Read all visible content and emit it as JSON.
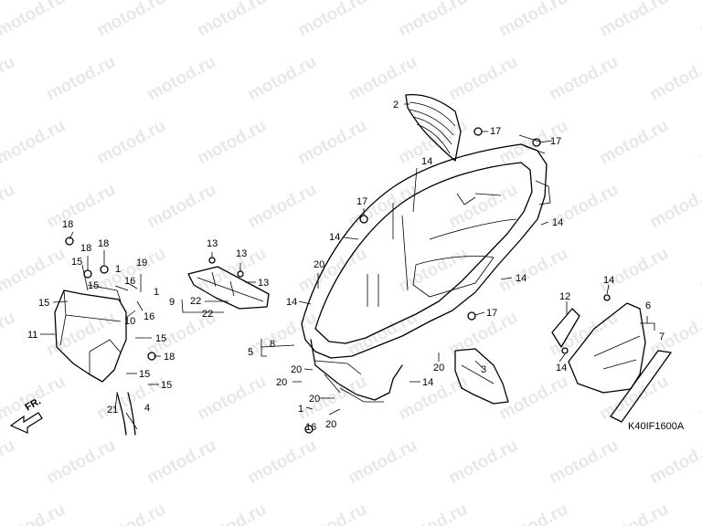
{
  "watermark": "motod.ru",
  "diagram_code": "K40IF1600A",
  "front_label": "FR.",
  "callouts": {
    "c1": "1",
    "c1b": "1",
    "c1c": "1",
    "c2": "2",
    "c3": "3",
    "c4": "4",
    "c5": "5",
    "c6": "6",
    "c7": "7",
    "c8": "8",
    "c9": "9",
    "c10": "10",
    "c11": "11",
    "c12": "12",
    "c13a": "13",
    "c13b": "13",
    "c13c": "13",
    "c14a": "14",
    "c14b": "14",
    "c14c": "14",
    "c14d": "14",
    "c14e": "14",
    "c14f": "14",
    "c14g": "14",
    "c14h": "14",
    "c15a": "15",
    "c15b": "15",
    "c15c": "15",
    "c15d": "15",
    "c15e": "15",
    "c15f": "15",
    "c16a": "16",
    "c16b": "16",
    "c16c": "16",
    "c17a": "17",
    "c17b": "17",
    "c17c": "17",
    "c17d": "17",
    "c18a": "18",
    "c18b": "18",
    "c18c": "18",
    "c18d": "18",
    "c19": "19",
    "c20a": "20",
    "c20b": "20",
    "c20c": "20",
    "c20d": "20",
    "c20e": "20",
    "c20f": "20",
    "c21": "21",
    "c22a": "22",
    "c22b": "22"
  }
}
